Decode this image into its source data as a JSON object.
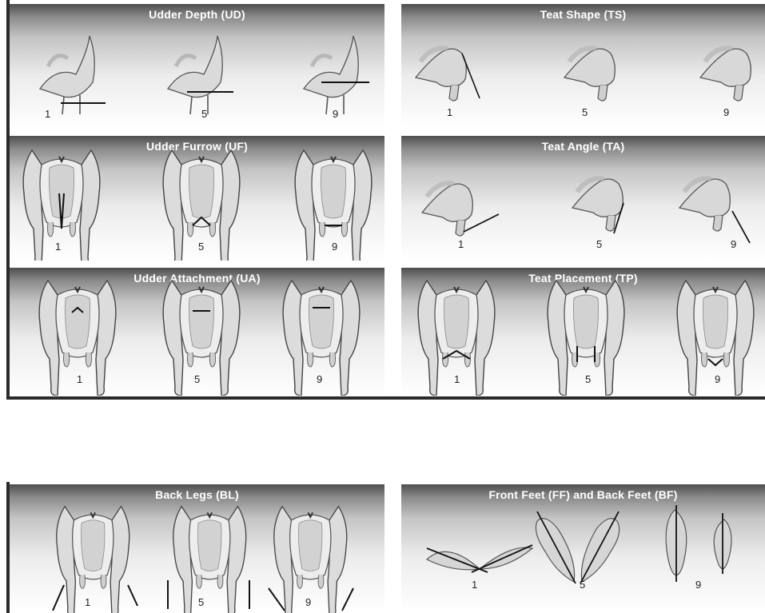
{
  "panels": {
    "ud": {
      "title": "Udder Depth (UD)",
      "scores": [
        "1",
        "5",
        "9"
      ]
    },
    "ts": {
      "title": "Teat Shape (TS)",
      "scores": [
        "1",
        "5",
        "9"
      ]
    },
    "uf": {
      "title": "Udder Furrow (UF)",
      "scores": [
        "1",
        "5",
        "9"
      ]
    },
    "ta": {
      "title": "Teat Angle (TA)",
      "scores": [
        "1",
        "5",
        "9"
      ]
    },
    "ua": {
      "title": "Udder Attachment (UA)",
      "scores": [
        "1",
        "5",
        "9"
      ]
    },
    "tp": {
      "title": "Teat Placement (TP)",
      "scores": [
        "1",
        "5",
        "9"
      ]
    },
    "bl": {
      "title": "Back Legs (BL)",
      "scores": [
        "1",
        "5",
        "9"
      ]
    },
    "ff": {
      "title": "Front Feet (FF) and Back Feet (BF)",
      "scores": [
        "1",
        "5",
        "9"
      ]
    }
  }
}
